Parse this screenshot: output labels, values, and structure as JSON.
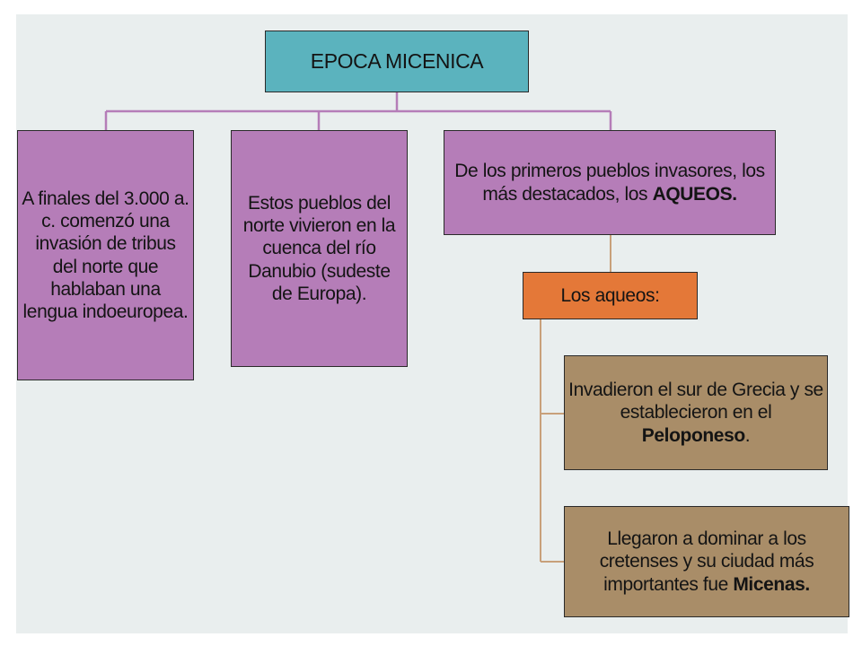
{
  "title": "EPOCA MICENICA",
  "box1": "A finales del 3.000 a. c. comenzó una invasión de tribus del norte que hablaban una lengua indoeuropea.",
  "box2": "Estos pueblos del norte vivieron en la cuenca del río Danubio (sudeste de Europa).",
  "box3": {
    "before": "De los primeros pueblos invasores, los más destacados, los ",
    "bold": "AQUEOS."
  },
  "subtitle": "Los aqueos:",
  "box4": {
    "before": "Invadieron el sur de Grecia y se establecieron en el ",
    "bold": "Peloponeso",
    "after": "."
  },
  "box5": {
    "before": "Llegaron  a dominar a los cretenses y su ciudad más importantes fue ",
    "bold": "Micenas."
  },
  "colors": {
    "teal": "#5bb3be",
    "purple": "#b57db8",
    "orange": "#e47838",
    "tan": "#a98d68",
    "connector_purple": "#b57db8",
    "connector_tan": "#c8a07a"
  }
}
